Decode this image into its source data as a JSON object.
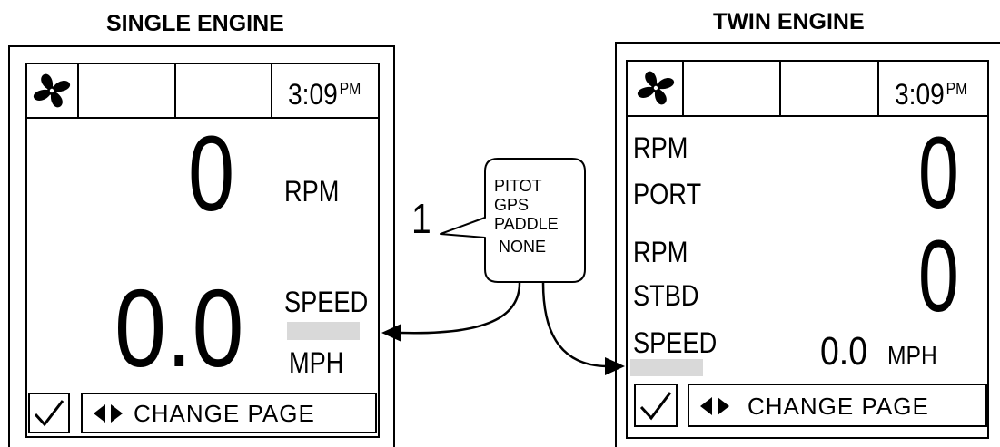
{
  "single": {
    "heading": "SINGLE ENGINE",
    "time": "3:09",
    "ampm": "PM",
    "rpm_value": "0",
    "rpm_label": "RPM",
    "speed_value": "0.0",
    "speed_label": "SPEED",
    "unit": "MPH",
    "page_label": "CHANGE  PAGE"
  },
  "twin": {
    "heading": "TWIN ENGINE",
    "time": "3:09",
    "ampm": "PM",
    "rpm_port_label": "RPM",
    "port_label": "PORT",
    "rpm_stbd_label": "RPM",
    "stbd_label": "STBD",
    "port_rpm_value": "0",
    "stbd_rpm_value": "0",
    "speed_label": "SPEED",
    "speed_value": "0.0",
    "unit": "MPH",
    "page_label": "CHANGE  PAGE"
  },
  "callout": {
    "number": "1",
    "options": [
      "PITOT",
      "GPS",
      "PADDLE",
      "NONE"
    ]
  }
}
